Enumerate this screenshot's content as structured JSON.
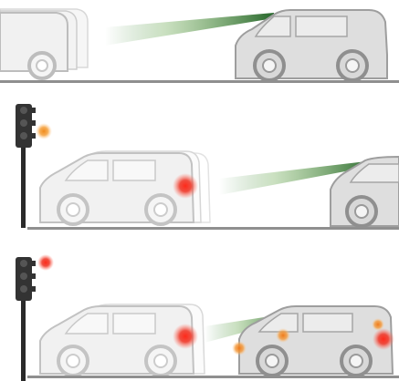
{
  "illustration": {
    "panels": [
      {
        "id": "panel-1",
        "scenario": "front-car-drives-away"
      },
      {
        "id": "panel-2",
        "scenario": "traffic-light-yellow-brake-lights-on"
      },
      {
        "id": "panel-3",
        "scenario": "traffic-light-red-hazard-lights-on"
      }
    ],
    "colors": {
      "road": "#8f8f8f",
      "car_body": "#f1f1f1",
      "car_outline": "#b9b9b9",
      "car_dark": "#dcdcdc",
      "wheel_outer": "#bdbdbd",
      "wheel_inner": "#f5f5f5",
      "beam": "#2e7d32",
      "pole": "#2a2a2a",
      "light_housing": "#333333",
      "amber": "#f5a03a",
      "red": "#e5342a",
      "orange_indicator": "#f39a3c"
    }
  }
}
